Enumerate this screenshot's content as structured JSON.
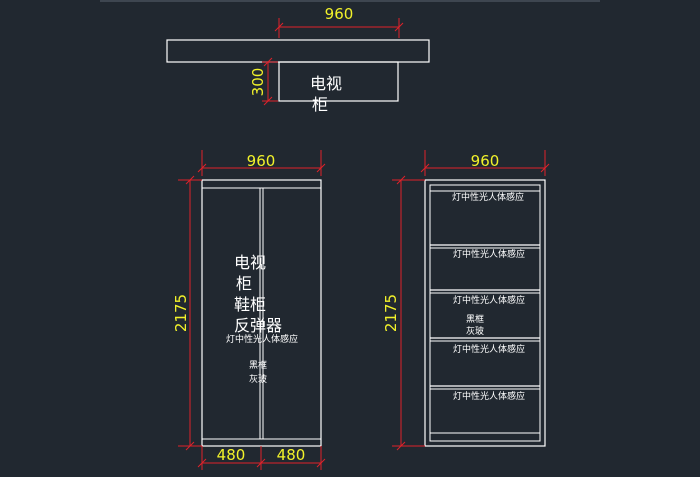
{
  "top_view": {
    "width_label": "960",
    "depth_label": "300",
    "tv_label_line1": "电视",
    "tv_label_line2": "柜"
  },
  "front_view": {
    "width_label": "960",
    "height_label": "2175",
    "left_width_label": "480",
    "right_width_label": "480",
    "title_lines": [
      "电视",
      "柜",
      "鞋柜",
      "反弹器"
    ],
    "light_note": "灯中性光人体感应",
    "material_line1": "黑框",
    "material_line2": "灰玻"
  },
  "interior_view": {
    "width_label": "960",
    "height_label": "2175",
    "shelf_notes": [
      "灯中性光人体感应",
      "灯中性光人体感应",
      "灯中性光人体感应",
      "灯中性光人体感应",
      "灯中性光人体感应"
    ],
    "material_line1": "黑框",
    "material_line2": "灰玻"
  }
}
